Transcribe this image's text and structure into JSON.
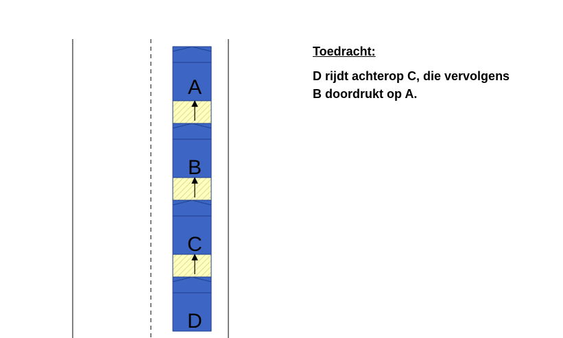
{
  "colors": {
    "car_fill": "#3d66c4",
    "car_stroke": "#1f3f8f",
    "crumple_fill": "#ffffc0",
    "crumple_hatch": "#d8cf80",
    "road_line": "#000000"
  },
  "cars": [
    {
      "id": "A",
      "label": "A"
    },
    {
      "id": "B",
      "label": "B"
    },
    {
      "id": "C",
      "label": "C"
    },
    {
      "id": "D",
      "label": "D"
    }
  ],
  "description": {
    "title": "Toedracht:",
    "text": "D rijdt achterop C, die vervolgens B doordrukt op A."
  }
}
